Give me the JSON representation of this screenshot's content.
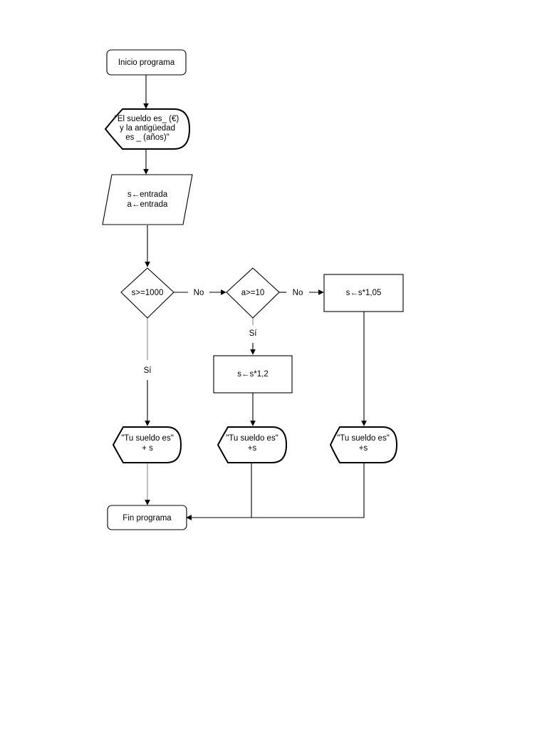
{
  "nodes": {
    "start": {
      "text": "Inicio programa"
    },
    "prompt": {
      "lines": [
        "\"El sueldo es_ (€)",
        "y la antigüedad",
        "es _ (años)\""
      ]
    },
    "input": {
      "lines": [
        "s←entrada",
        "a←entrada"
      ]
    },
    "decision_salary": {
      "text": "s>=1000"
    },
    "decision_seniority": {
      "text": "a>=10"
    },
    "process_105": {
      "text": "s←s*1,05"
    },
    "process_12": {
      "text": "s←s*1,2"
    },
    "output_1": {
      "lines": [
        "\"Tu sueldo es\"",
        "+ s"
      ]
    },
    "output_2": {
      "lines": [
        "\"Tu sueldo es\"",
        "+s"
      ]
    },
    "output_3": {
      "lines": [
        "\"Tu sueldo es\"",
        "+s"
      ]
    },
    "end": {
      "text": "Fin programa"
    }
  },
  "edge_labels": {
    "salary_no": "No",
    "seniority_no": "No",
    "salary_yes": "Sí",
    "seniority_yes": "Sí"
  }
}
